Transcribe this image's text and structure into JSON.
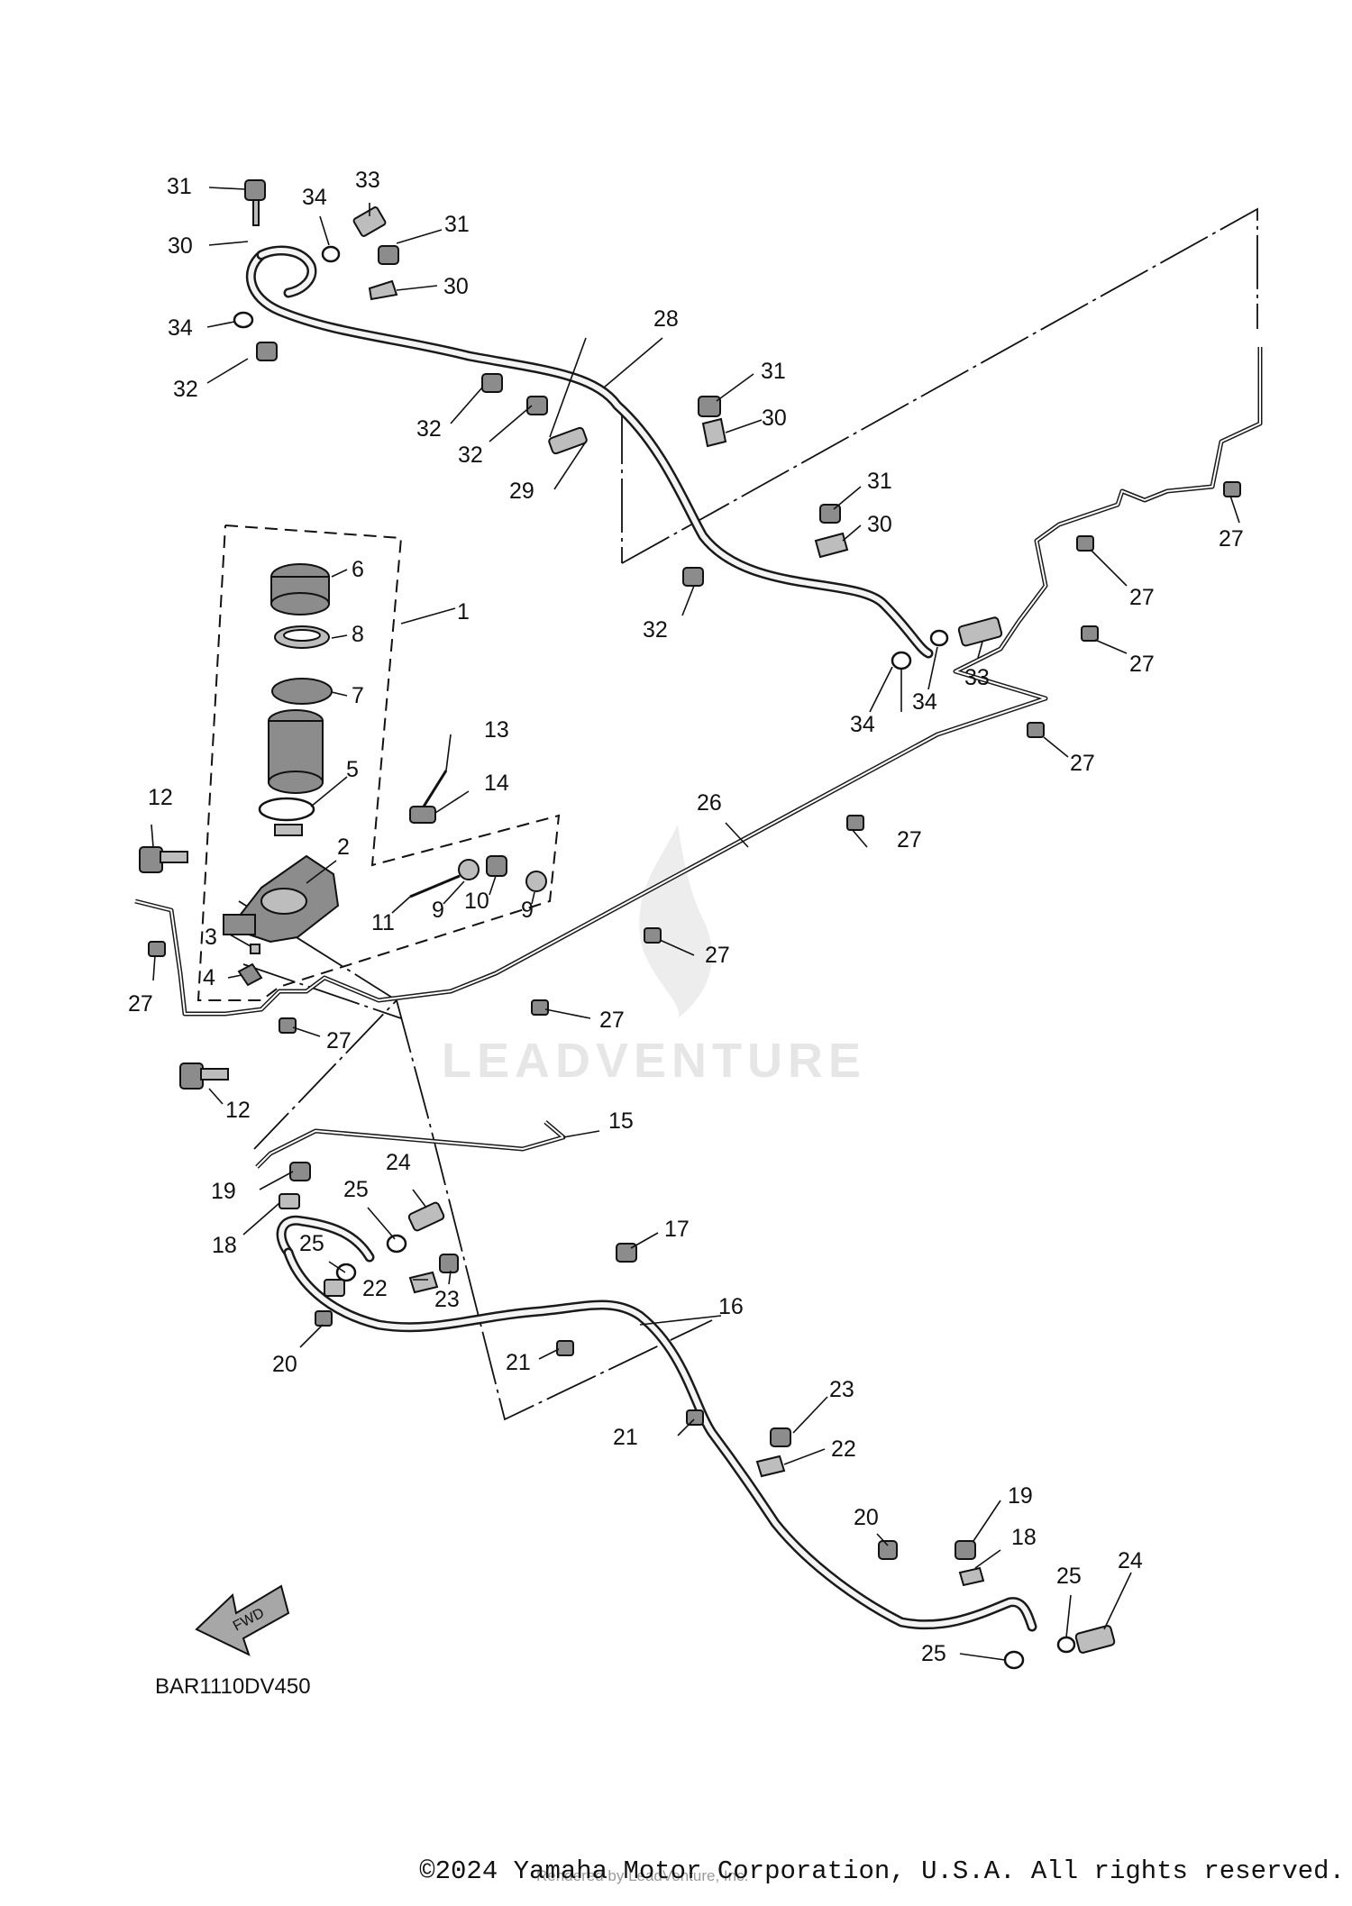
{
  "diagram": {
    "code": "BAR1110DV450",
    "fwd_label": "FWD",
    "watermark": "LEADVENTURE",
    "callouts": [
      {
        "id": "c31a",
        "text": "31"
      },
      {
        "id": "c34a",
        "text": "34"
      },
      {
        "id": "c33a",
        "text": "33"
      },
      {
        "id": "c31b",
        "text": "31"
      },
      {
        "id": "c30a",
        "text": "30"
      },
      {
        "id": "c30b",
        "text": "30"
      },
      {
        "id": "c34b",
        "text": "34"
      },
      {
        "id": "c32a",
        "text": "32"
      },
      {
        "id": "c28",
        "text": "28"
      },
      {
        "id": "c31c",
        "text": "31"
      },
      {
        "id": "c30c",
        "text": "30"
      },
      {
        "id": "c32b",
        "text": "32"
      },
      {
        "id": "c32c",
        "text": "32"
      },
      {
        "id": "c29",
        "text": "29"
      },
      {
        "id": "c31d",
        "text": "31"
      },
      {
        "id": "c30d",
        "text": "30"
      },
      {
        "id": "c27a",
        "text": "27"
      },
      {
        "id": "c32d",
        "text": "32"
      },
      {
        "id": "c27b",
        "text": "27"
      },
      {
        "id": "c6",
        "text": "6"
      },
      {
        "id": "c1",
        "text": "1"
      },
      {
        "id": "c8",
        "text": "8"
      },
      {
        "id": "c27c",
        "text": "27"
      },
      {
        "id": "c33b",
        "text": "33"
      },
      {
        "id": "c34c",
        "text": "34"
      },
      {
        "id": "c34d",
        "text": "34"
      },
      {
        "id": "c7",
        "text": "7"
      },
      {
        "id": "c13",
        "text": "13"
      },
      {
        "id": "c27d",
        "text": "27"
      },
      {
        "id": "c5",
        "text": "5"
      },
      {
        "id": "c14",
        "text": "14"
      },
      {
        "id": "c12a",
        "text": "12"
      },
      {
        "id": "c26",
        "text": "26"
      },
      {
        "id": "c2",
        "text": "2"
      },
      {
        "id": "c27e",
        "text": "27"
      },
      {
        "id": "c9a",
        "text": "9"
      },
      {
        "id": "c9b",
        "text": "9"
      },
      {
        "id": "c10",
        "text": "10"
      },
      {
        "id": "c11",
        "text": "11"
      },
      {
        "id": "c3",
        "text": "3"
      },
      {
        "id": "c27f",
        "text": "27"
      },
      {
        "id": "c4",
        "text": "4"
      },
      {
        "id": "c27g",
        "text": "27"
      },
      {
        "id": "c27h",
        "text": "27"
      },
      {
        "id": "c27i",
        "text": "27"
      },
      {
        "id": "c12b",
        "text": "12"
      },
      {
        "id": "c15",
        "text": "15"
      },
      {
        "id": "c19a",
        "text": "19"
      },
      {
        "id": "c24a",
        "text": "24"
      },
      {
        "id": "c25a",
        "text": "25"
      },
      {
        "id": "c18a",
        "text": "18"
      },
      {
        "id": "c25b",
        "text": "25"
      },
      {
        "id": "c17",
        "text": "17"
      },
      {
        "id": "c22a",
        "text": "22"
      },
      {
        "id": "c23a",
        "text": "23"
      },
      {
        "id": "c16",
        "text": "16"
      },
      {
        "id": "c20a",
        "text": "20"
      },
      {
        "id": "c21a",
        "text": "21"
      },
      {
        "id": "c23b",
        "text": "23"
      },
      {
        "id": "c21b",
        "text": "21"
      },
      {
        "id": "c22b",
        "text": "22"
      },
      {
        "id": "c19b",
        "text": "19"
      },
      {
        "id": "c20b",
        "text": "20"
      },
      {
        "id": "c18b",
        "text": "18"
      },
      {
        "id": "c24b",
        "text": "24"
      },
      {
        "id": "c25c",
        "text": "25"
      },
      {
        "id": "c25d",
        "text": "25"
      }
    ]
  },
  "footer": {
    "copyright": "©2024 Yamaha Motor Corporation, U.S.A. All rights reserved.",
    "rendered_by": "Rendered by LeadVenture, Inc."
  }
}
